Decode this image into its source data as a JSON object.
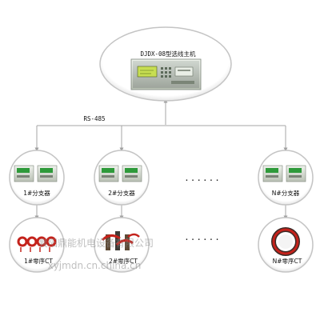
{
  "host": {
    "title": "DJDX-08型选线主机"
  },
  "bus": {
    "label": "RS-485"
  },
  "branches": [
    {
      "splitter_label": "1#分支器",
      "ct_label": "1#零序CT"
    },
    {
      "splitter_label": "2#分支器",
      "ct_label": "2#零序CT"
    },
    {
      "splitter_label": "N#分支器",
      "ct_label": "N#零序CT"
    }
  ],
  "ellipsis_text": "......",
  "watermark": {
    "line1": "襄阳鼎能机电设备有限公司",
    "line2": "xyjmdn.cn.china.cn"
  },
  "colors": {
    "accent_green": "#2e9a3a",
    "ct_red": "#c4221b",
    "ring_gray": "#d0d0d0",
    "line_gray": "#9a9a9a"
  }
}
